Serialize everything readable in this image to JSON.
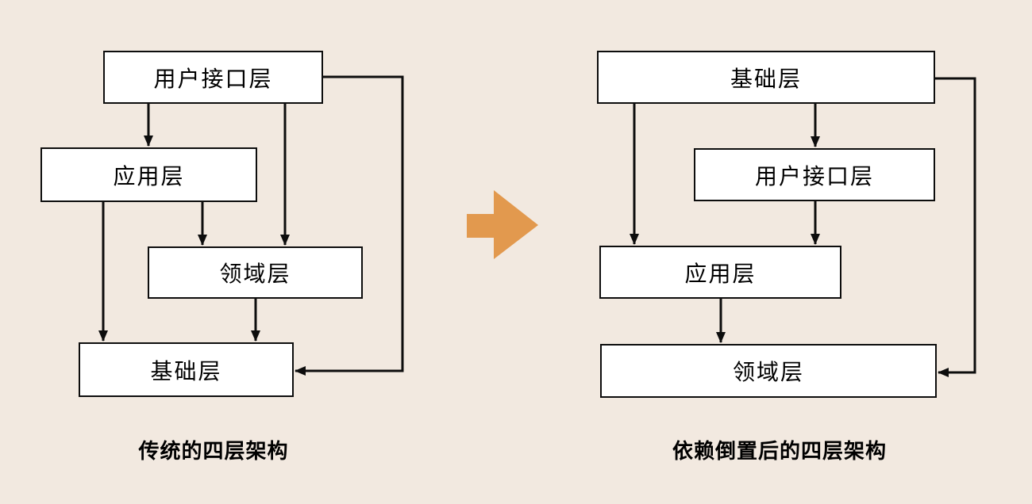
{
  "colors": {
    "background": "#F2E9E0",
    "accent": "#E2994E",
    "line": "#0D0D0D",
    "box_fill": "#FFFFFF",
    "box_border": "#0D0D0D",
    "text": "#000000"
  },
  "left_diagram": {
    "caption": "传统的四层架构",
    "boxes": [
      {
        "label": "用户接口层"
      },
      {
        "label": "应用层"
      },
      {
        "label": "领域层"
      },
      {
        "label": "基础层"
      }
    ]
  },
  "right_diagram": {
    "caption": "依赖倒置后的四层架构",
    "boxes": [
      {
        "label": "基础层"
      },
      {
        "label": "用户接口层"
      },
      {
        "label": "应用层"
      },
      {
        "label": "领域层"
      }
    ]
  },
  "transform_arrow": {
    "icon": "block-arrow-right"
  }
}
